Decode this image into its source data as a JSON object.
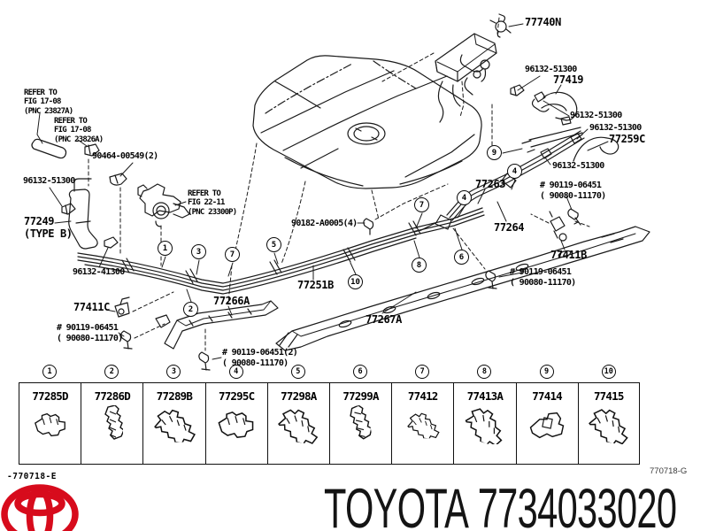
{
  "diagram": {
    "labels": [
      "77740N",
      "96132-51300",
      "77419",
      "96132-51300",
      "96132-51300",
      "77259C",
      "96132-51300",
      "# 90119-06451\n( 90080-11170)",
      "77263",
      "77264",
      "77411B",
      "# 90119-06451\n( 90080-11170)",
      "REFER TO\nFIG 17-08\n(PNC 23827A)",
      "REFER TO\nFIG 17-08\n(PNC 23826A)",
      "90464-00549(2)",
      "96132-51300",
      "77249\n(TYPE B)",
      "REFER TO\nFIG 22-11\n(PNC 23300P)",
      "96132-41300",
      "90182-A0005(4)",
      "77251B",
      "77411C",
      "# 90119-06451\n( 90080-11170)",
      "77266A",
      "77267A",
      "# 90119-06451(2)\n( 90080-11170)"
    ],
    "callouts": [
      "1",
      "2",
      "3",
      "7",
      "5",
      "10",
      "7",
      "8",
      "4",
      "6",
      "9",
      "4"
    ]
  },
  "parts_table": {
    "items": [
      {
        "callout": "1",
        "part": "77285D"
      },
      {
        "callout": "2",
        "part": "77286D"
      },
      {
        "callout": "3",
        "part": "77289B"
      },
      {
        "callout": "4",
        "part": "77295C"
      },
      {
        "callout": "5",
        "part": "77298A"
      },
      {
        "callout": "6",
        "part": "77299A"
      },
      {
        "callout": "7",
        "part": "77412"
      },
      {
        "callout": "8",
        "part": "77413A"
      },
      {
        "callout": "9",
        "part": "77414"
      },
      {
        "callout": "10",
        "part": "77415"
      }
    ]
  },
  "footer": {
    "brand_text": "TOYOTA",
    "catalog_number": "7734033020",
    "sheet_code_left": "-770718-E",
    "sheet_code_right": "770718-G",
    "logo_color": "#d70b1c"
  }
}
